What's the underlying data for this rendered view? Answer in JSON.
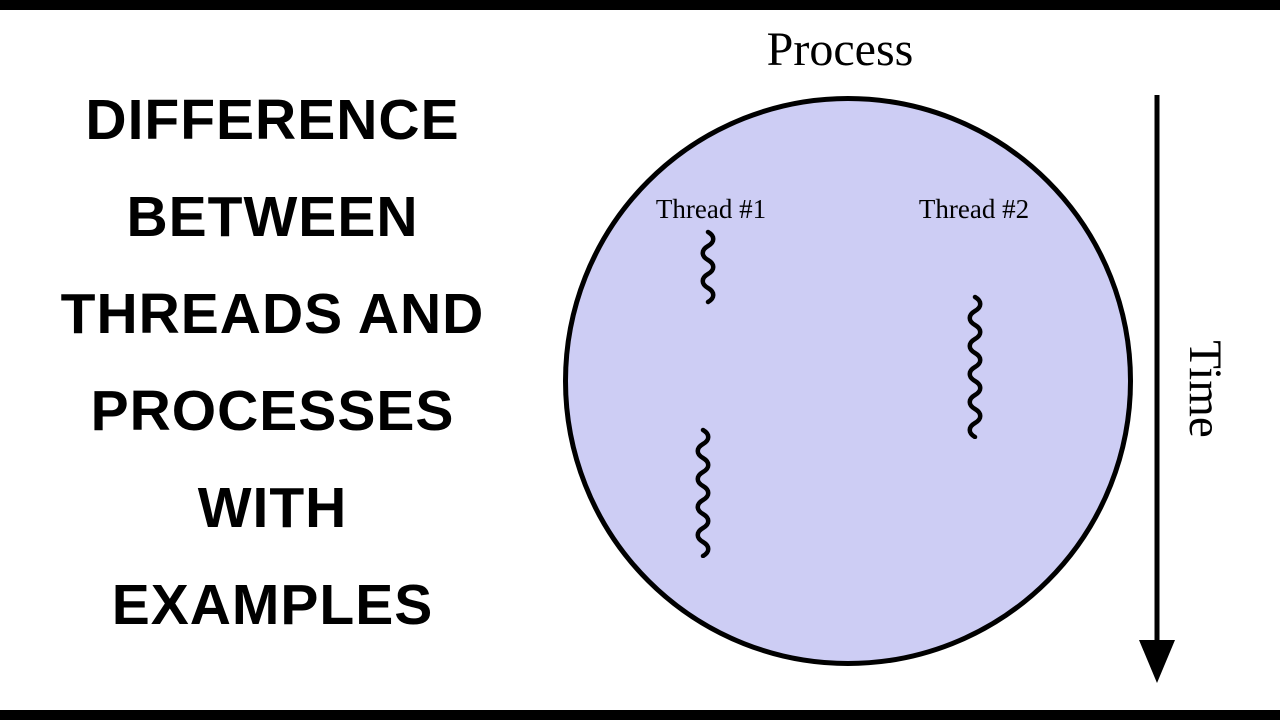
{
  "headline": {
    "lines": [
      "DIFFERENCE",
      "BETWEEN",
      "THREADS AND",
      "PROCESSES",
      "WITH",
      "EXAMPLES"
    ]
  },
  "diagram": {
    "process_label": "Process",
    "thread1_label": "Thread #1",
    "thread2_label": "Thread #2",
    "time_label": "Time",
    "thread_squiggle_count": 3
  },
  "colors": {
    "background": "#ffffff",
    "bar": "#000000",
    "text": "#000000",
    "circle_fill": "#cdcdf4",
    "circle_stroke": "#000000"
  }
}
